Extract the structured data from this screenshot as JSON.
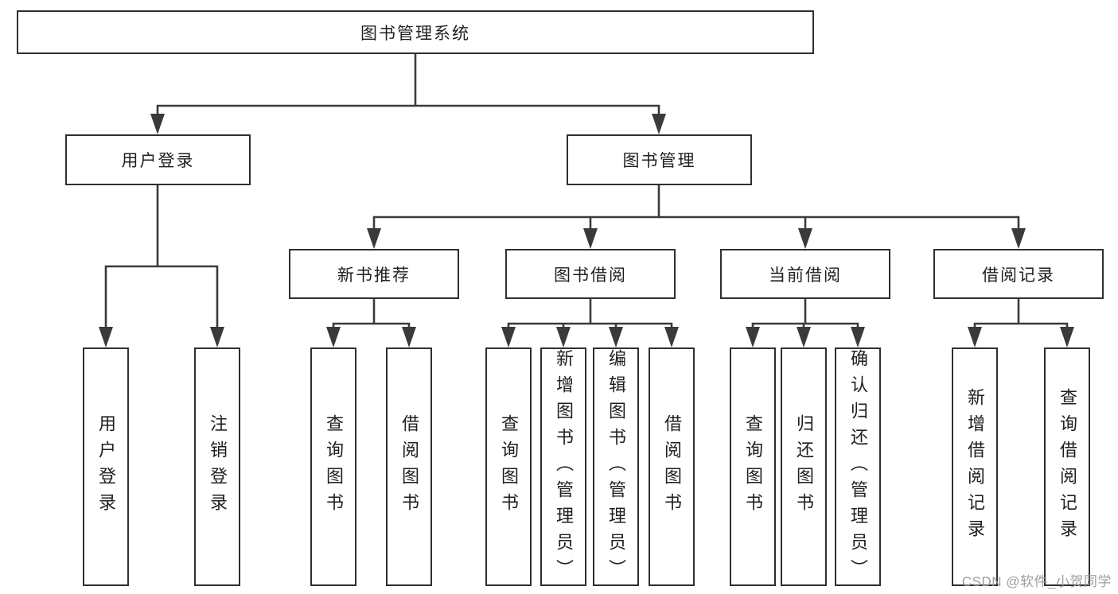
{
  "diagram": {
    "root": {
      "label": "图书管理系统"
    },
    "level2": [
      {
        "label": "用户登录"
      },
      {
        "label": "图书管理"
      }
    ],
    "level3": [
      {
        "label": "新书推荐",
        "parent": "图书管理"
      },
      {
        "label": "图书借阅",
        "parent": "图书管理"
      },
      {
        "label": "当前借阅",
        "parent": "图书管理"
      },
      {
        "label": "借阅记录",
        "parent": "图书管理"
      }
    ],
    "leaves": [
      {
        "label": "用户登录",
        "parent": "用户登录"
      },
      {
        "label": "注销登录",
        "parent": "用户登录"
      },
      {
        "label": "查询图书",
        "parent": "新书推荐"
      },
      {
        "label": "借阅图书",
        "parent": "新书推荐"
      },
      {
        "label": "查询图书",
        "parent": "图书借阅"
      },
      {
        "label": "新增图书（管理员）",
        "parent": "图书借阅"
      },
      {
        "label": "编辑图书（管理员）",
        "parent": "图书借阅"
      },
      {
        "label": "借阅图书",
        "parent": "图书借阅"
      },
      {
        "label": "查询图书",
        "parent": "当前借阅"
      },
      {
        "label": "归还图书",
        "parent": "当前借阅"
      },
      {
        "label": "确认归还（管理员）",
        "parent": "当前借阅"
      },
      {
        "label": "新增借阅记录",
        "parent": "借阅记录"
      },
      {
        "label": "查询借阅记录",
        "parent": "借阅记录"
      }
    ]
  },
  "watermark": {
    "text": "CSDN @软件_小贺同学"
  },
  "colors": {
    "line": "#3a3a3a",
    "border": "#2f2f2f",
    "text": "#1f1f1f",
    "background": "#ffffff",
    "watermark": "#9d9d9d"
  }
}
